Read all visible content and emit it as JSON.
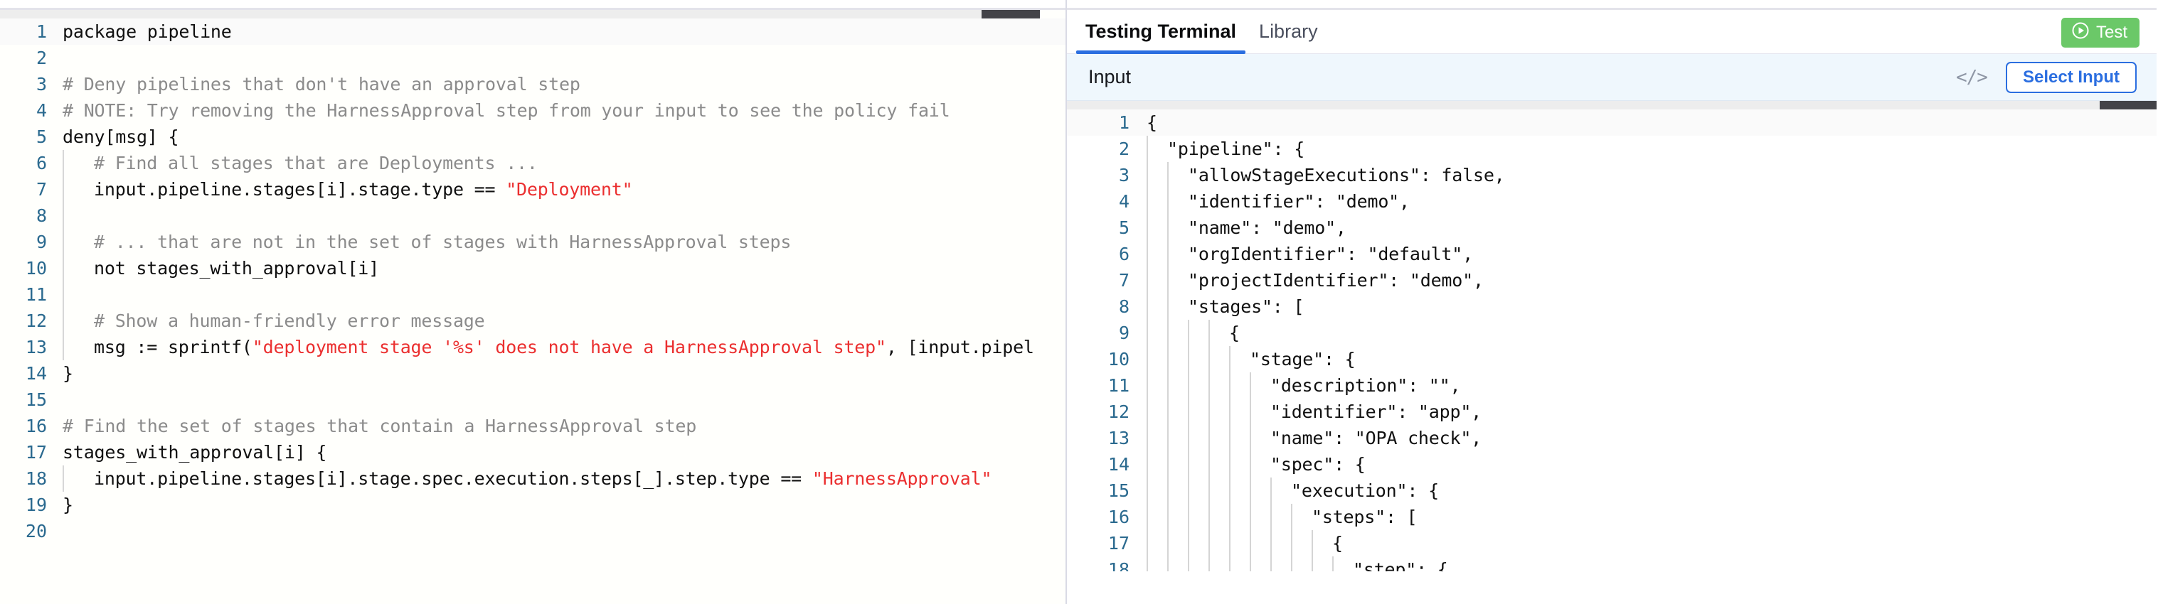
{
  "editor": {
    "language": "rego",
    "line_count": 20,
    "lines": [
      {
        "n": "1",
        "text": "package pipeline",
        "kind": "code",
        "indent": 0
      },
      {
        "n": "2",
        "text": "",
        "kind": "code",
        "indent": 0
      },
      {
        "n": "3",
        "text": "# Deny pipelines that don't have an approval step",
        "kind": "comment",
        "indent": 0
      },
      {
        "n": "4",
        "text": "# NOTE: Try removing the HarnessApproval step from your input to see the policy fail",
        "kind": "comment",
        "indent": 0
      },
      {
        "n": "5",
        "text": "deny[msg] {",
        "kind": "code",
        "indent": 0
      },
      {
        "n": "6",
        "text": "# Find all stages that are Deployments ...",
        "kind": "comment",
        "indent": 1
      },
      {
        "n": "7",
        "text": "input.pipeline.stages[i].stage.type == ",
        "kind": "code-string",
        "string": "\"Deployment\"",
        "indent": 1
      },
      {
        "n": "8",
        "text": "",
        "kind": "code",
        "indent": 1
      },
      {
        "n": "9",
        "text": "# ... that are not in the set of stages with HarnessApproval steps",
        "kind": "comment",
        "indent": 1
      },
      {
        "n": "10",
        "text": "not stages_with_approval[i]",
        "kind": "code",
        "indent": 1
      },
      {
        "n": "11",
        "text": "",
        "kind": "code",
        "indent": 1
      },
      {
        "n": "12",
        "text": "# Show a human-friendly error message",
        "kind": "comment",
        "indent": 1
      },
      {
        "n": "13",
        "text": "msg := sprintf(",
        "kind": "sprintf",
        "string": "\"deployment stage '%s' does not have a HarnessApproval step\"",
        "tail": ", [input.pipel",
        "indent": 1
      },
      {
        "n": "14",
        "text": "}",
        "kind": "code",
        "indent": 0
      },
      {
        "n": "15",
        "text": "",
        "kind": "code",
        "indent": 0
      },
      {
        "n": "16",
        "text": "# Find the set of stages that contain a HarnessApproval step",
        "kind": "comment",
        "indent": 0
      },
      {
        "n": "17",
        "text": "stages_with_approval[i] {",
        "kind": "code",
        "indent": 0
      },
      {
        "n": "18",
        "text": "input.pipeline.stages[i].stage.spec.execution.steps[_].step.type == ",
        "kind": "code-string",
        "string": "\"HarnessApproval\"",
        "indent": 1
      },
      {
        "n": "19",
        "text": "}",
        "kind": "code",
        "indent": 0
      },
      {
        "n": "20",
        "text": "",
        "kind": "code",
        "indent": 0
      }
    ]
  },
  "right_panel": {
    "tabs": [
      {
        "id": "testing-terminal",
        "label": "Testing Terminal",
        "active": true
      },
      {
        "id": "library",
        "label": "Library",
        "active": false
      }
    ],
    "test_button": {
      "label": "Test",
      "icon": "play-circle-icon",
      "color": "#6bc868"
    },
    "input_section": {
      "title": "Input",
      "code_toggle_icon": "</>",
      "select_input_label": "Select Input",
      "accent_color": "#2b6ee0",
      "background": "#eff7fd"
    },
    "json_editor": {
      "line_count": 18,
      "lines": [
        {
          "n": "1",
          "text": "{",
          "depth": 0
        },
        {
          "n": "2",
          "text": "\"pipeline\": {",
          "depth": 1
        },
        {
          "n": "3",
          "text": "\"allowStageExecutions\": false,",
          "depth": 2
        },
        {
          "n": "4",
          "text": "\"identifier\": \"demo\",",
          "depth": 2
        },
        {
          "n": "5",
          "text": "\"name\": \"demo\",",
          "depth": 2
        },
        {
          "n": "6",
          "text": "\"orgIdentifier\": \"default\",",
          "depth": 2
        },
        {
          "n": "7",
          "text": "\"projectIdentifier\": \"demo\",",
          "depth": 2
        },
        {
          "n": "8",
          "text": "\"stages\": [",
          "depth": 2
        },
        {
          "n": "9",
          "text": "{",
          "depth": 4
        },
        {
          "n": "10",
          "text": "\"stage\": {",
          "depth": 5
        },
        {
          "n": "11",
          "text": "\"description\": \"\",",
          "depth": 6
        },
        {
          "n": "12",
          "text": "\"identifier\": \"app\",",
          "depth": 6
        },
        {
          "n": "13",
          "text": "\"name\": \"OPA check\",",
          "depth": 6
        },
        {
          "n": "14",
          "text": "\"spec\": {",
          "depth": 6
        },
        {
          "n": "15",
          "text": "\"execution\": {",
          "depth": 7
        },
        {
          "n": "16",
          "text": "\"steps\": [",
          "depth": 8
        },
        {
          "n": "17",
          "text": "{",
          "depth": 9
        },
        {
          "n": "18",
          "text": "\"step\": {",
          "depth": 10
        }
      ]
    }
  }
}
